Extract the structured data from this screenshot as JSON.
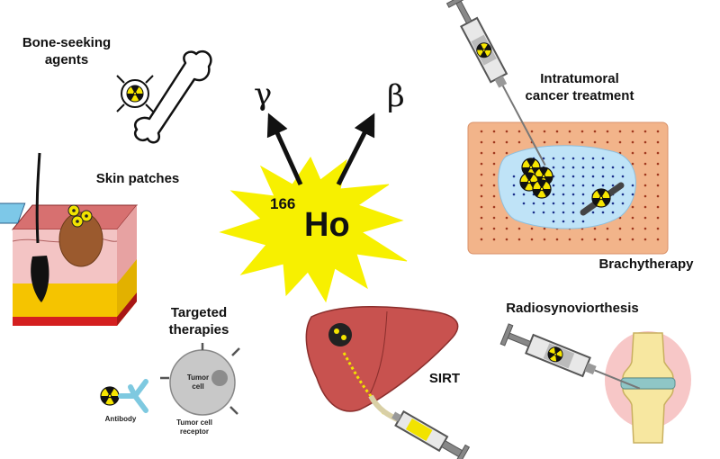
{
  "center": {
    "mass_number": "166",
    "symbol": "Ho",
    "emission_left": "γ",
    "emission_right": "β"
  },
  "applications": {
    "bone_seeking": [
      "Bone-seeking",
      "agents"
    ],
    "skin_patches": "Skin patches",
    "targeted": [
      "Targeted",
      "therapies"
    ],
    "intratumoral": [
      "Intratumoral",
      "cancer treatment"
    ],
    "brachytherapy": "Brachytherapy",
    "sirt": "SIRT",
    "radiosynoviorthesis": "Radiosynoviorthesis"
  },
  "targeted_detail": {
    "antibody": "Antibody",
    "tumor_cell": [
      "Tumor",
      "cell"
    ],
    "receptor": [
      "Tumor cell",
      "receptor"
    ]
  },
  "colors": {
    "star": "#f7f000",
    "tissue": "#f2b48a",
    "tumor": "#bfe3f7",
    "liver": "#c8524f",
    "skin": "#e8a4a4",
    "fat": "#f5c400"
  }
}
